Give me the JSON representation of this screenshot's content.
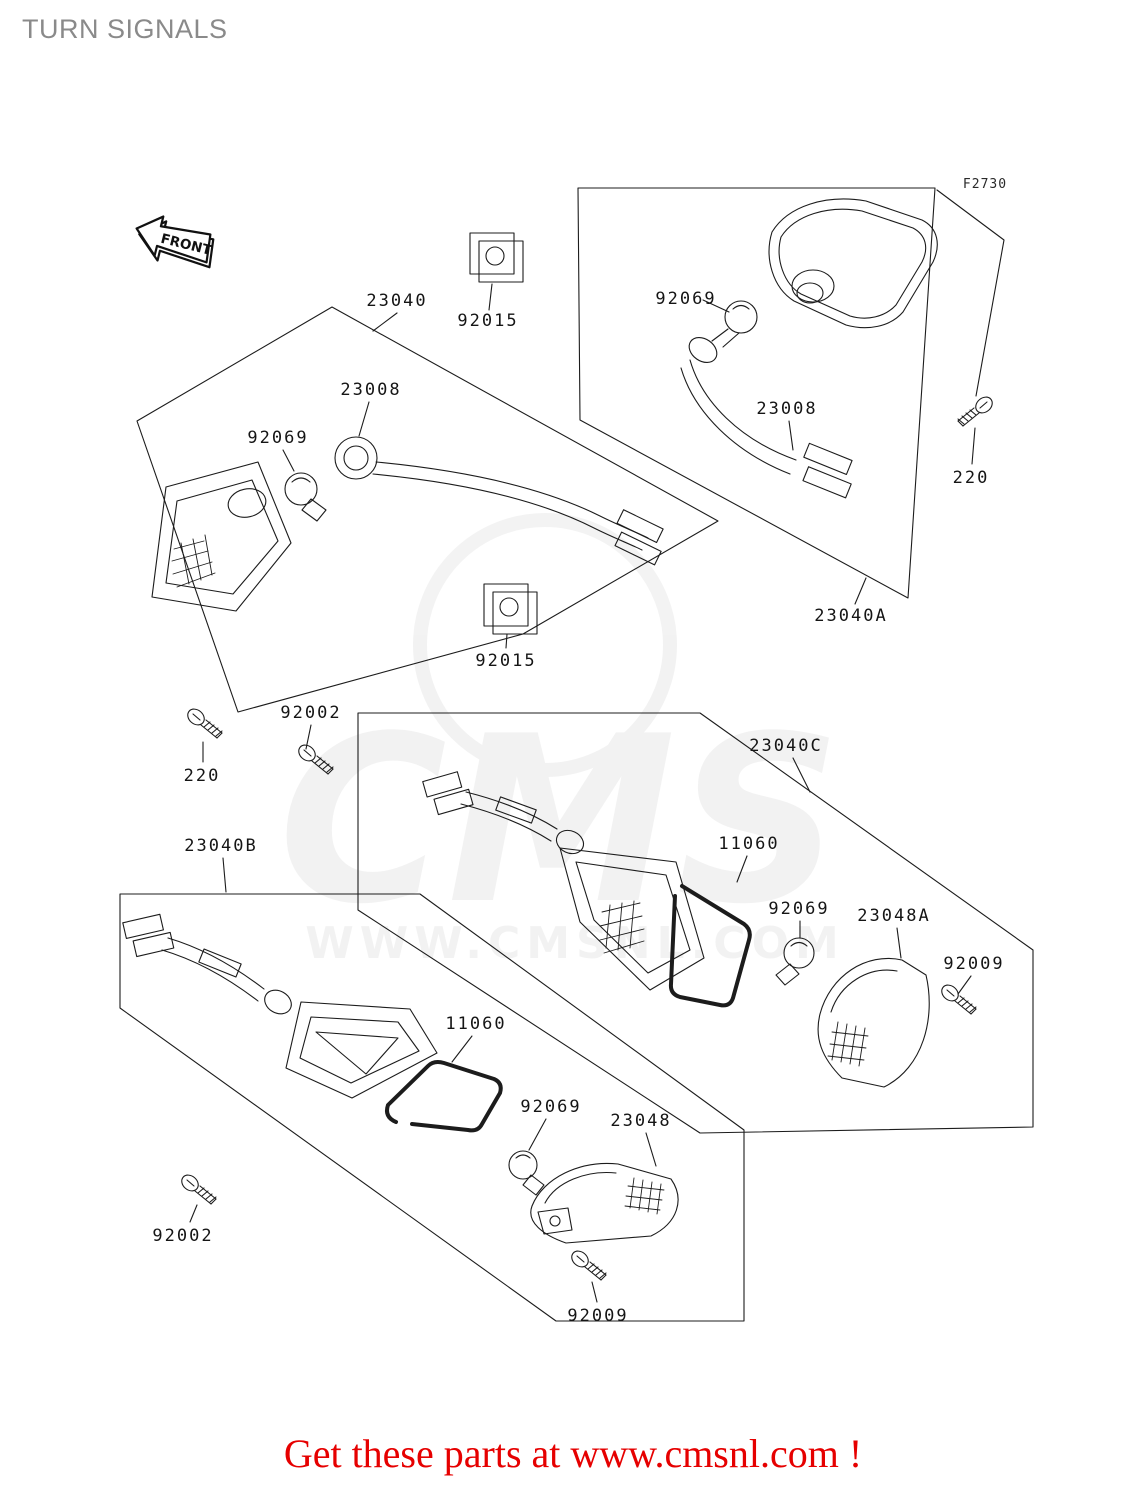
{
  "title": "TURN SIGNALS",
  "figure_ref": "F2730",
  "front_label": "FRONT",
  "watermark": {
    "brand": "CMS",
    "url": "WWW.CMSNL.COM"
  },
  "footer": {
    "text": "Get these parts at www.cmsnl.com !"
  },
  "parts": [
    {
      "label": "23040"
    },
    {
      "label": "92015"
    },
    {
      "label": "92069"
    },
    {
      "label": "23008"
    },
    {
      "label": "23008"
    },
    {
      "label": "92069"
    },
    {
      "label": "220"
    },
    {
      "label": "23040A"
    },
    {
      "label": "92015"
    },
    {
      "label": "92002"
    },
    {
      "label": "23040C"
    },
    {
      "label": "220"
    },
    {
      "label": "23040B"
    },
    {
      "label": "11060"
    },
    {
      "label": "92069"
    },
    {
      "label": "23048A"
    },
    {
      "label": "92009"
    },
    {
      "label": "11060"
    },
    {
      "label": "92069"
    },
    {
      "label": "23048"
    },
    {
      "label": "92002"
    },
    {
      "label": "92009"
    }
  ]
}
